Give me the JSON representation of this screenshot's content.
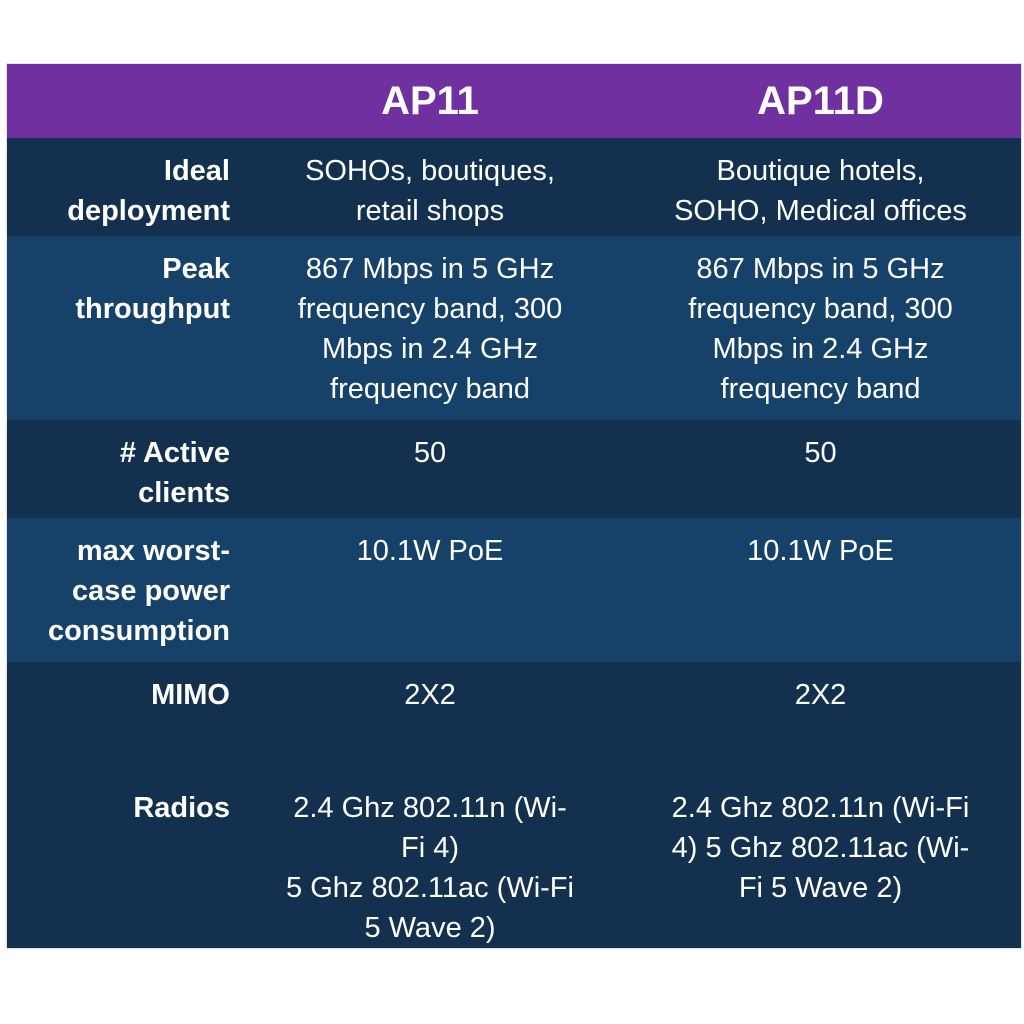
{
  "table": {
    "title_columns": {
      "product_1": "AP11",
      "product_2": "AP11D"
    },
    "rows": [
      {
        "label": "Ideal\ndeployment",
        "ap11": "SOHOs, boutiques,\nretail shops",
        "ap11d": "Boutique hotels,\nSOHO, Medical offices"
      },
      {
        "label": "Peak\nthroughput",
        "ap11": "867 Mbps in 5 GHz\nfrequency band, 300\nMbps in 2.4 GHz\nfrequency band",
        "ap11d": "867 Mbps in 5 GHz\nfrequency band, 300\nMbps in 2.4 GHz\nfrequency band"
      },
      {
        "label": "# Active\nclients",
        "ap11": "50",
        "ap11d": "50"
      },
      {
        "label": "max worst-\ncase power\nconsumption",
        "ap11": "10.1W PoE",
        "ap11d": "10.1W PoE"
      },
      {
        "label": "MIMO",
        "ap11": "2X2",
        "ap11d": "2X2"
      },
      {
        "label": "Radios",
        "ap11": "2.4 Ghz 802.11n (Wi-\nFi 4)\n5 Ghz 802.11ac (Wi-Fi\n5 Wave 2)",
        "ap11d": "2.4 Ghz 802.11n (Wi-Fi\n4) 5 Ghz 802.11ac (Wi-\nFi 5 Wave 2)"
      }
    ],
    "colors": {
      "header_bg": "#7030a0",
      "row_dark": "#13314f",
      "row_light": "#164169",
      "text": "#ffffff"
    }
  }
}
